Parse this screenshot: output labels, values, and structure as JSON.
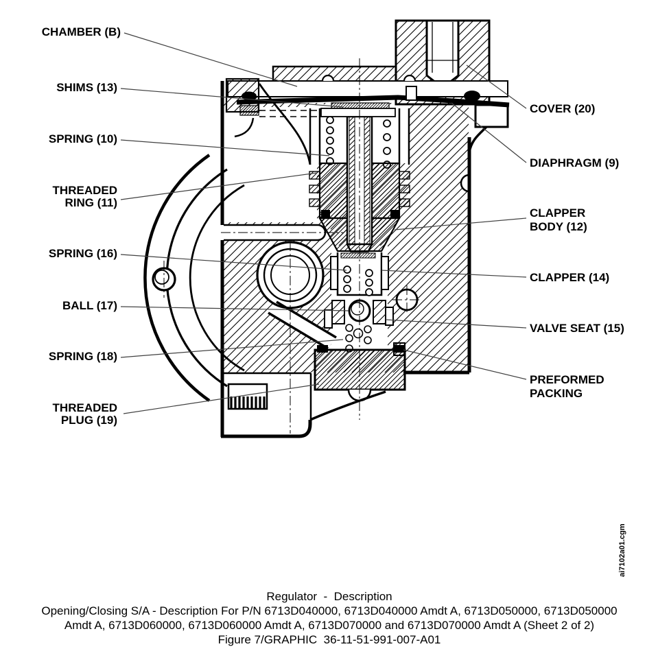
{
  "figure": {
    "caption_line1": "Regulator  -  Description",
    "caption_line2": "Opening/Closing S/A - Description For P/N 6713D040000, 6713D040000 Amdt A, 6713D050000, 6713D050000",
    "caption_line3": "Amdt A, 6713D060000, 6713D060000 Amdt A, 6713D070000 and 6713D070000 Amdt A (Sheet 2 of 2)",
    "caption_line4": "Figure 7/GRAPHIC  36-11-51-991-007-A01",
    "watermark": "ai7102a01.cgm"
  },
  "callouts": {
    "left": [
      {
        "line1": "CHAMBER (B)"
      },
      {
        "line1": "SHIMS (13)"
      },
      {
        "line1": "SPRING (10)"
      },
      {
        "line1": "THREADED",
        "line2": "RING (11)"
      },
      {
        "line1": "SPRING (16)"
      },
      {
        "line1": "BALL (17)"
      },
      {
        "line1": "SPRING (18)"
      },
      {
        "line1": "THREADED",
        "line2": "PLUG (19)"
      }
    ],
    "right": [
      {
        "line1": "COVER (20)"
      },
      {
        "line1": "DIAPHRAGM (9)"
      },
      {
        "line1": "CLAPPER",
        "line2": "BODY (12)"
      },
      {
        "line1": "CLAPPER (14)"
      },
      {
        "line1": "VALVE SEAT (15)"
      },
      {
        "line1": "PREFORMED",
        "line2": "PACKING"
      }
    ]
  },
  "colors": {
    "ink": "#000000",
    "leader": "#404040",
    "background": "#ffffff"
  }
}
